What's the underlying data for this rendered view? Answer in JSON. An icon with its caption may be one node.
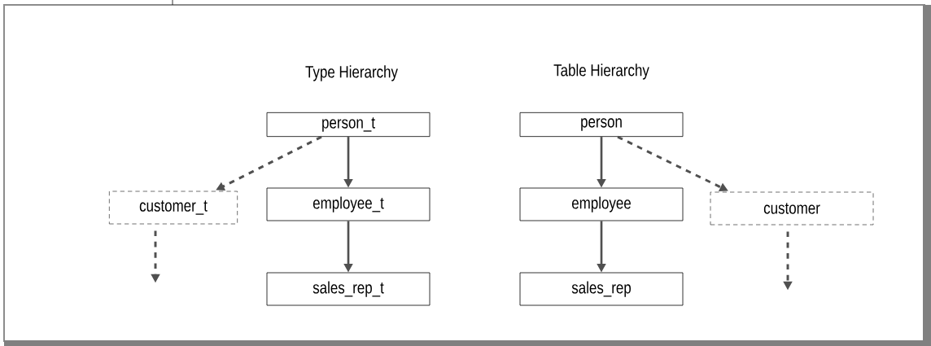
{
  "diagram": {
    "nodes": [
      {
        "text": [
          "person_t"
        ]
      },
      {
        "text": [
          "customer_t"
        ]
      },
      {
        "text": [
          "employee_t"
        ]
      },
      {
        "text": [
          "sales_rep_t"
        ]
      },
      {
        "text": [
          "person"
        ]
      },
      {
        "text": [
          "employee"
        ]
      },
      {
        "text": [
          "customer"
        ]
      },
      {
        "text": [
          "sales_rep"
        ]
      }
    ],
    "edges": [
      {
        "from": 0,
        "to": 1,
        "arrow": "to",
        "style": "dashed"
      },
      {
        "from": 0,
        "to": 2,
        "arrow": "to"
      },
      {
        "from": 1,
        "to": null,
        "arrow": "to",
        "style": "dashed"
      },
      {
        "from": 2,
        "to": 3,
        "arrow": "to"
      },
      {
        "from": 4,
        "to": 5,
        "arrow": "to"
      },
      {
        "from": 4,
        "to": 6,
        "arrow": "to",
        "style": "dashed"
      },
      {
        "from": 5,
        "to": 7,
        "arrow": "to"
      },
      {
        "from": 6,
        "to": null,
        "arrow": "to",
        "style": "dashed"
      }
    ],
    "labels": [
      "Type Hierarchy",
      "Table Hierarchy"
    ]
  }
}
